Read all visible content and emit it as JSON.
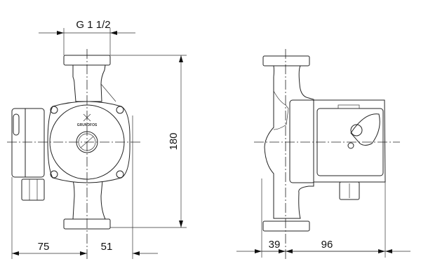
{
  "dimensions": {
    "thread": "G 1 1/2",
    "height": "180",
    "left_side": "75",
    "right_side": "51",
    "depth_left": "39",
    "depth_right": "96"
  },
  "logo_text": "GRUNDFOS"
}
